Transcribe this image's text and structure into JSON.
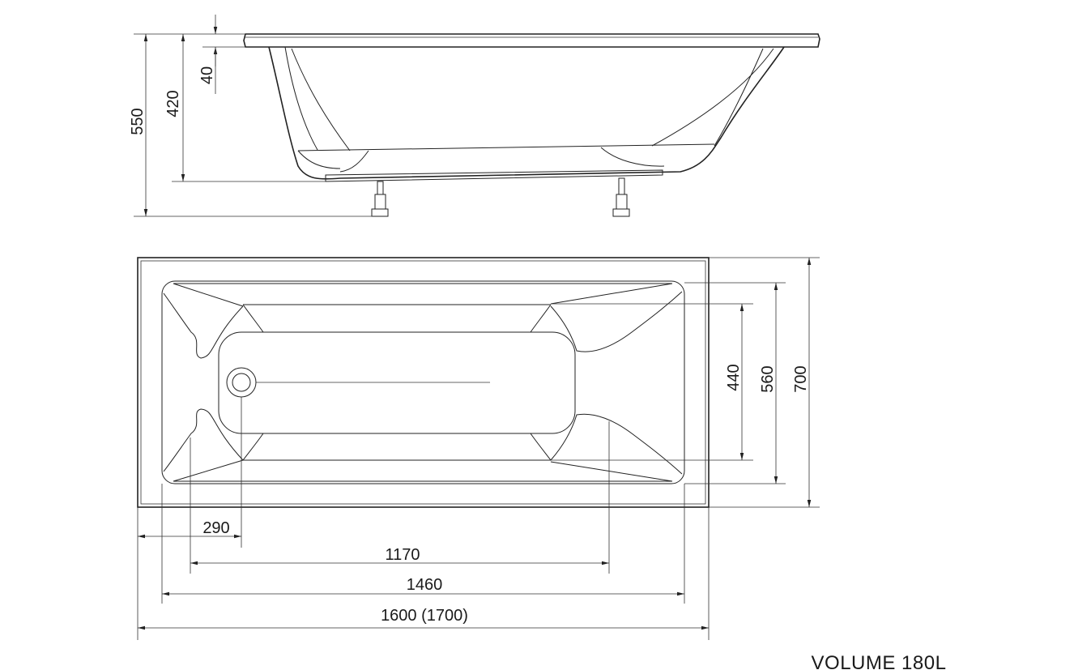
{
  "side_view": {
    "dimensions": {
      "total_height": "550",
      "tub_depth": "420",
      "rim": "40"
    }
  },
  "top_view": {
    "dimensions": {
      "inner_width": "440",
      "bowl_width": "560",
      "outer_width": "700",
      "drain_offset": "290",
      "bottom_length": "1170",
      "inner_length": "1460",
      "outer_length": "1600 (1700)"
    }
  },
  "volume_label": "VOLUME 180L"
}
